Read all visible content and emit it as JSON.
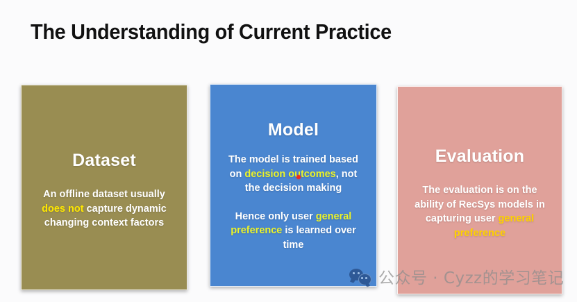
{
  "slide": {
    "title": "The Understanding of Current Practice",
    "background_color": "#fbfbfc",
    "title_color": "#111111"
  },
  "cards": [
    {
      "id": "dataset",
      "heading": "Dataset",
      "background_color": "#998d52",
      "paragraphs": [
        {
          "segments": [
            {
              "text": "An offline dataset usually ",
              "highlight": false
            },
            {
              "text": "does not",
              "highlight": true,
              "color": "#ffe800"
            },
            {
              "text": " capture dynamic changing context factors",
              "highlight": false
            }
          ]
        }
      ]
    },
    {
      "id": "model",
      "heading": "Model",
      "background_color": "#4a86d0",
      "paragraphs": [
        {
          "segments": [
            {
              "text": "The model is trained based on ",
              "highlight": false
            },
            {
              "text": "decision outcomes",
              "highlight": true,
              "color": "#ebf32a"
            },
            {
              "text": ", not the decision making",
              "highlight": false
            }
          ]
        },
        {
          "segments": [
            {
              "text": "Hence only user ",
              "highlight": false
            },
            {
              "text": "general preference",
              "highlight": true,
              "color": "#ebf32a"
            },
            {
              "text": " is learned over time",
              "highlight": false
            }
          ]
        }
      ]
    },
    {
      "id": "evaluation",
      "heading": "Evaluation",
      "background_color": "#e0a19a",
      "paragraphs": [
        {
          "segments": [
            {
              "text": "The evaluation is on the ability of RecSys models in capturing user ",
              "highlight": false
            },
            {
              "text": "general preference",
              "highlight": true,
              "color": "#ffd200"
            }
          ]
        }
      ]
    }
  ],
  "cursor": {
    "color": "#ef2b1e"
  },
  "watermark": {
    "icon": "wechat-icon",
    "text": "公众号 · Cyzz的学习笔记",
    "color": "#8d8d8d"
  },
  "text": {
    "card1_p1_a": "An offline dataset usually ",
    "card1_p1_hl": "does not",
    "card1_p1_b": " capture dynamic changing context factors",
    "card2_p1_a": "The model is trained based on ",
    "card2_p1_hl": "decision outcomes",
    "card2_p1_b": ", not the decision making",
    "card2_p2_a": "Hence only user ",
    "card2_p2_hl": "general preference",
    "card2_p2_b": " is learned over time",
    "card3_p1_a": "The evaluation is on the ability of RecSys models in capturing user ",
    "card3_p1_hl": "general preference"
  }
}
